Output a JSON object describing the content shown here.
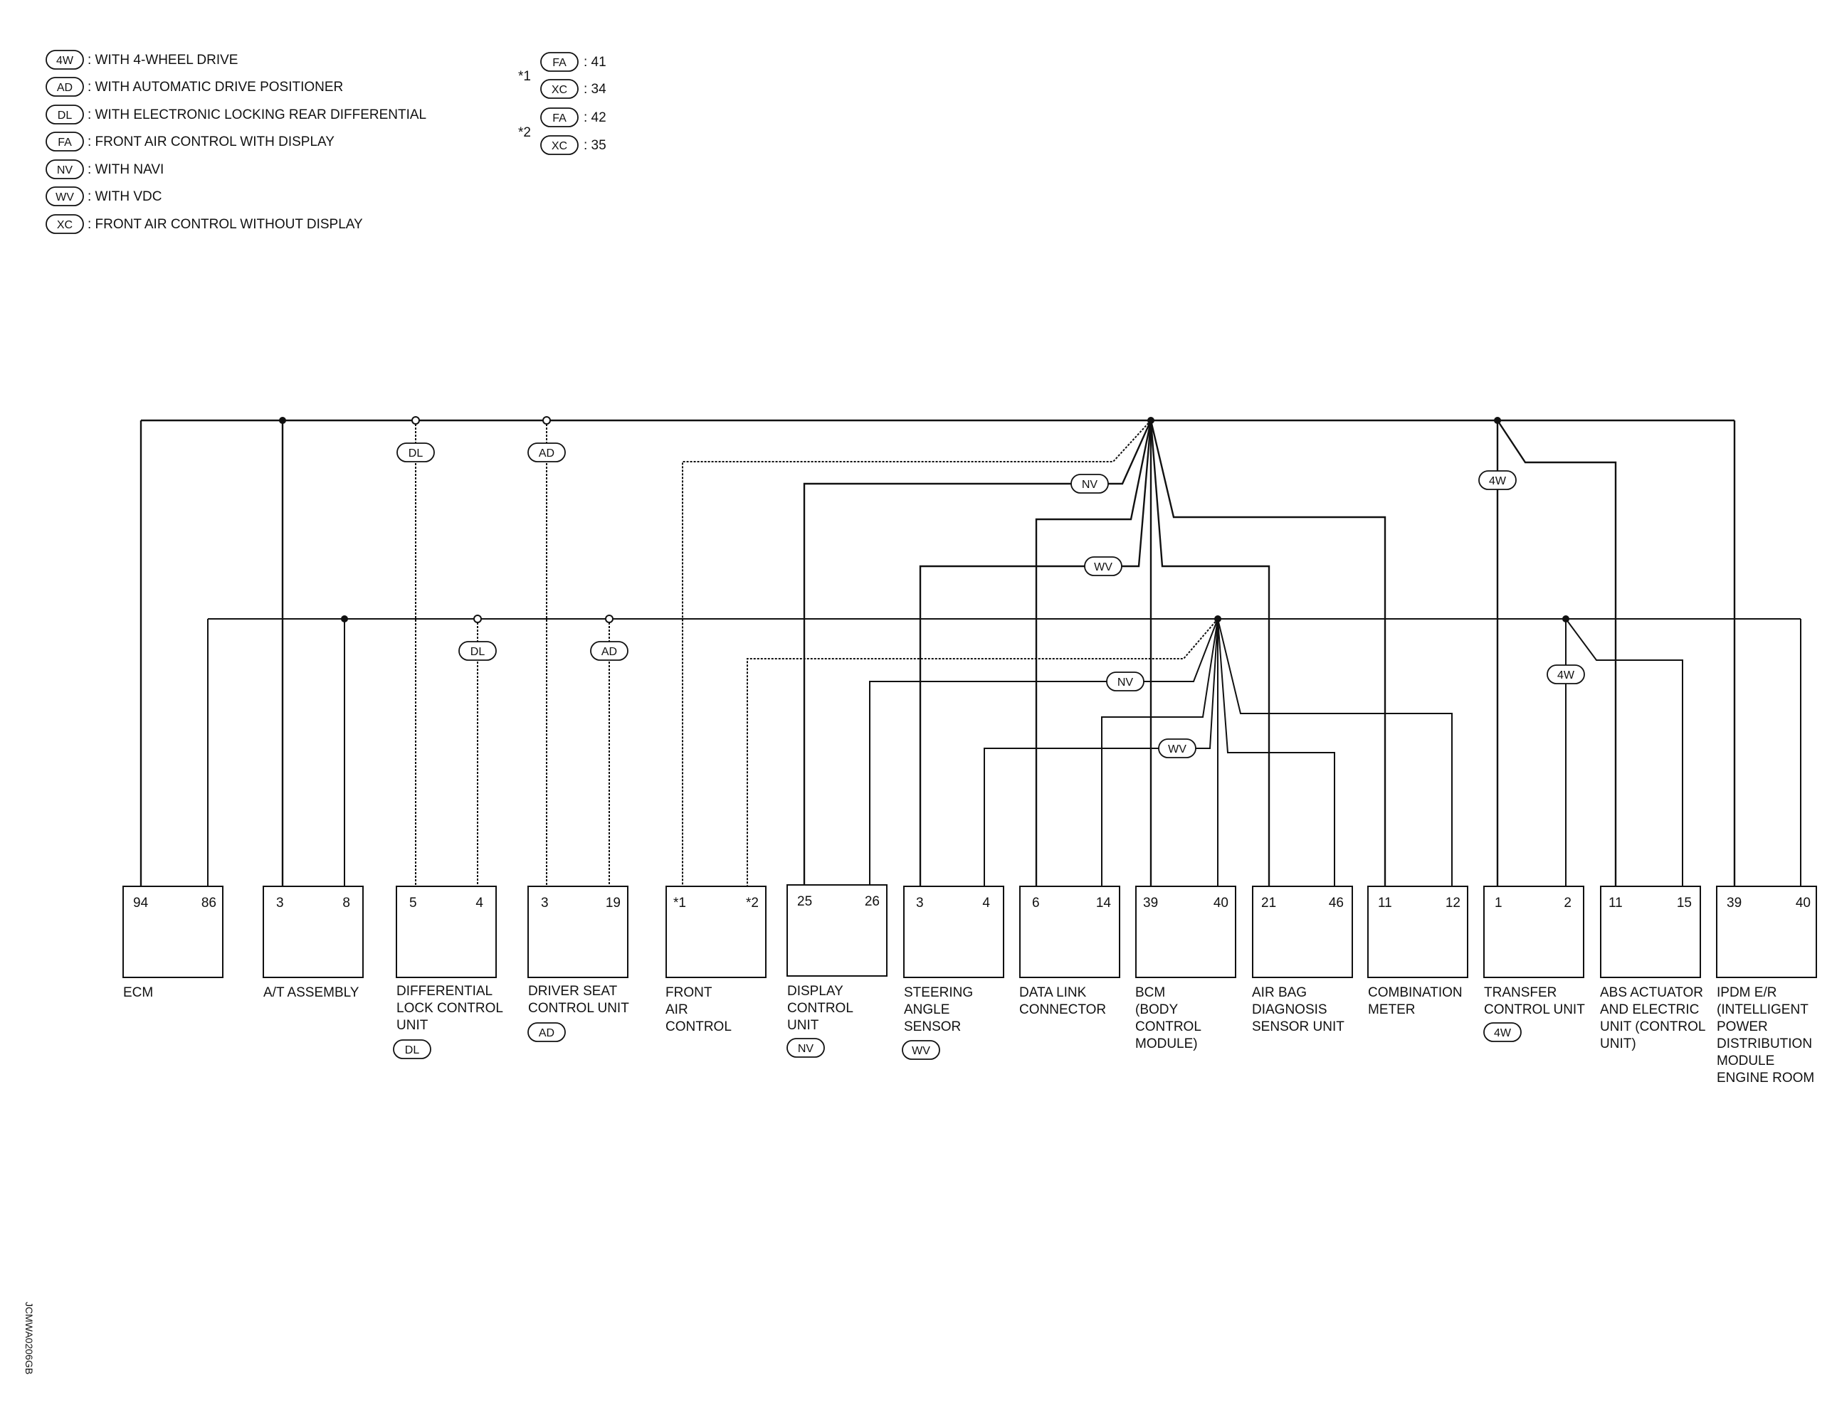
{
  "legend": [
    {
      "code": "4W",
      "text": ": WITH 4-WHEEL DRIVE"
    },
    {
      "code": "AD",
      "text": ": WITH AUTOMATIC DRIVE POSITIONER"
    },
    {
      "code": "DL",
      "text": ": WITH ELECTRONIC LOCKING REAR DIFFERENTIAL"
    },
    {
      "code": "FA",
      "text": ": FRONT AIR CONTROL WITH DISPLAY"
    },
    {
      "code": "NV",
      "text": ": WITH NAVI"
    },
    {
      "code": "WV",
      "text": ": WITH VDC"
    },
    {
      "code": "XC",
      "text": ": FRONT AIR CONTROL WITHOUT DISPLAY"
    }
  ],
  "notes": [
    {
      "mark": "*1",
      "rows": [
        {
          "code": "FA",
          "val": ": 41"
        },
        {
          "code": "XC",
          "val": ": 34"
        }
      ]
    },
    {
      "mark": "*2",
      "rows": [
        {
          "code": "FA",
          "val": ": 42"
        },
        {
          "code": "XC",
          "val": ": 35"
        }
      ]
    }
  ],
  "units": [
    {
      "name": "ecm",
      "pins": [
        "94",
        "86"
      ],
      "label": [
        "ECM"
      ]
    },
    {
      "name": "at-assembly",
      "pins": [
        "3",
        "8"
      ],
      "label": [
        "A/T ASSEMBLY"
      ]
    },
    {
      "name": "differential-lock-control-unit",
      "pins": [
        "5",
        "4"
      ],
      "label": [
        "DIFFERENTIAL",
        "LOCK CONTROL",
        "UNIT"
      ],
      "tag": "DL"
    },
    {
      "name": "driver-seat-control-unit",
      "pins": [
        "3",
        "19"
      ],
      "label": [
        "DRIVER SEAT",
        "CONTROL UNIT"
      ],
      "tag": "AD"
    },
    {
      "name": "front-air-control",
      "pins": [
        "*1",
        "*2"
      ],
      "label": [
        "FRONT",
        "AIR",
        "CONTROL"
      ]
    },
    {
      "name": "display-control-unit",
      "pins": [
        "25",
        "26"
      ],
      "label": [
        "DISPLAY",
        "CONTROL",
        "UNIT"
      ],
      "tag": "NV"
    },
    {
      "name": "steering-angle-sensor",
      "pins": [
        "3",
        "4"
      ],
      "label": [
        "STEERING",
        "ANGLE",
        "SENSOR"
      ],
      "tag": "WV"
    },
    {
      "name": "data-link-connector",
      "pins": [
        "6",
        "14"
      ],
      "label": [
        "DATA LINK",
        "CONNECTOR"
      ]
    },
    {
      "name": "bcm",
      "pins": [
        "39",
        "40"
      ],
      "label": [
        "BCM",
        "(BODY",
        "CONTROL",
        "MODULE)"
      ]
    },
    {
      "name": "air-bag-diagnosis-sensor-unit",
      "pins": [
        "21",
        "46"
      ],
      "label": [
        "AIR BAG",
        "DIAGNOSIS",
        "SENSOR UNIT"
      ]
    },
    {
      "name": "combination-meter",
      "pins": [
        "11",
        "12"
      ],
      "label": [
        "COMBINATION",
        "METER"
      ]
    },
    {
      "name": "transfer-control-unit",
      "pins": [
        "1",
        "2"
      ],
      "label": [
        "TRANSFER",
        "CONTROL UNIT"
      ],
      "tag": "4W"
    },
    {
      "name": "abs-actuator-and-electric-unit",
      "pins": [
        "11",
        "15"
      ],
      "label": [
        "ABS ACTUATOR",
        "AND ELECTRIC",
        "UNIT (CONTROL",
        "UNIT)"
      ]
    },
    {
      "name": "ipdm-er",
      "pins": [
        "39",
        "40"
      ],
      "label": [
        "IPDM E/R",
        "(INTELLIGENT",
        "POWER",
        "DISTRIBUTION",
        "MODULE",
        "ENGINE ROOM"
      ]
    }
  ],
  "wire_tags": [
    {
      "name": "tag-dl-high-bus",
      "code": "DL"
    },
    {
      "name": "tag-ad-high-bus",
      "code": "AD"
    },
    {
      "name": "tag-nv-high-bus",
      "code": "NV"
    },
    {
      "name": "tag-wv-high-bus",
      "code": "WV"
    },
    {
      "name": "tag-4w-high-bus",
      "code": "4W"
    },
    {
      "name": "tag-dl-low-bus",
      "code": "DL"
    },
    {
      "name": "tag-ad-low-bus",
      "code": "AD"
    },
    {
      "name": "tag-nv-low-bus",
      "code": "NV"
    },
    {
      "name": "tag-wv-low-bus",
      "code": "WV"
    },
    {
      "name": "tag-4w-low-bus",
      "code": "4W"
    }
  ],
  "side_code": "JCMWA0206GB"
}
